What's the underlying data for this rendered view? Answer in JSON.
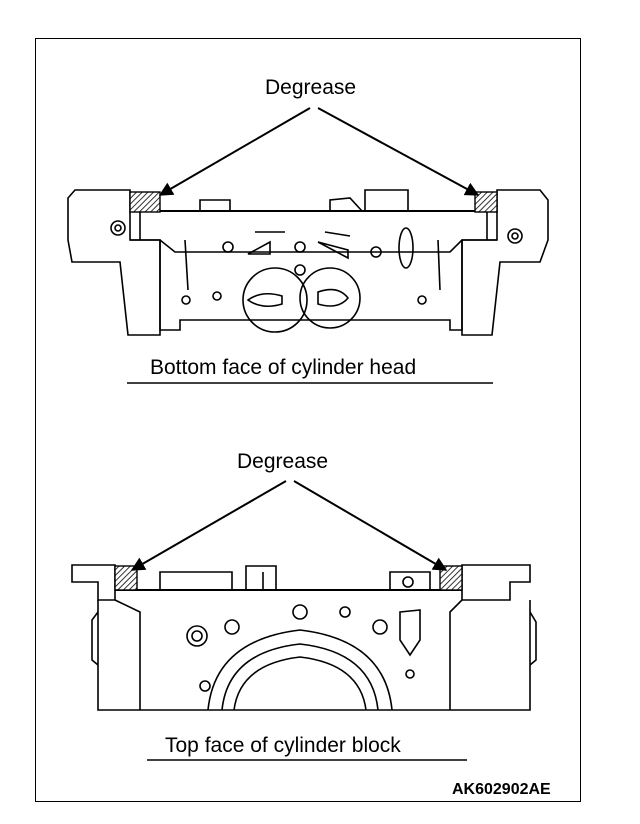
{
  "diagram": {
    "head": {
      "callout": "Degrease",
      "caption": "Bottom face of cylinder head"
    },
    "block": {
      "callout": "Degrease",
      "caption": "Top face of cylinder block"
    },
    "figure_code": "AK602902AE"
  },
  "colors": {
    "line": "#000000",
    "background": "#ffffff"
  }
}
